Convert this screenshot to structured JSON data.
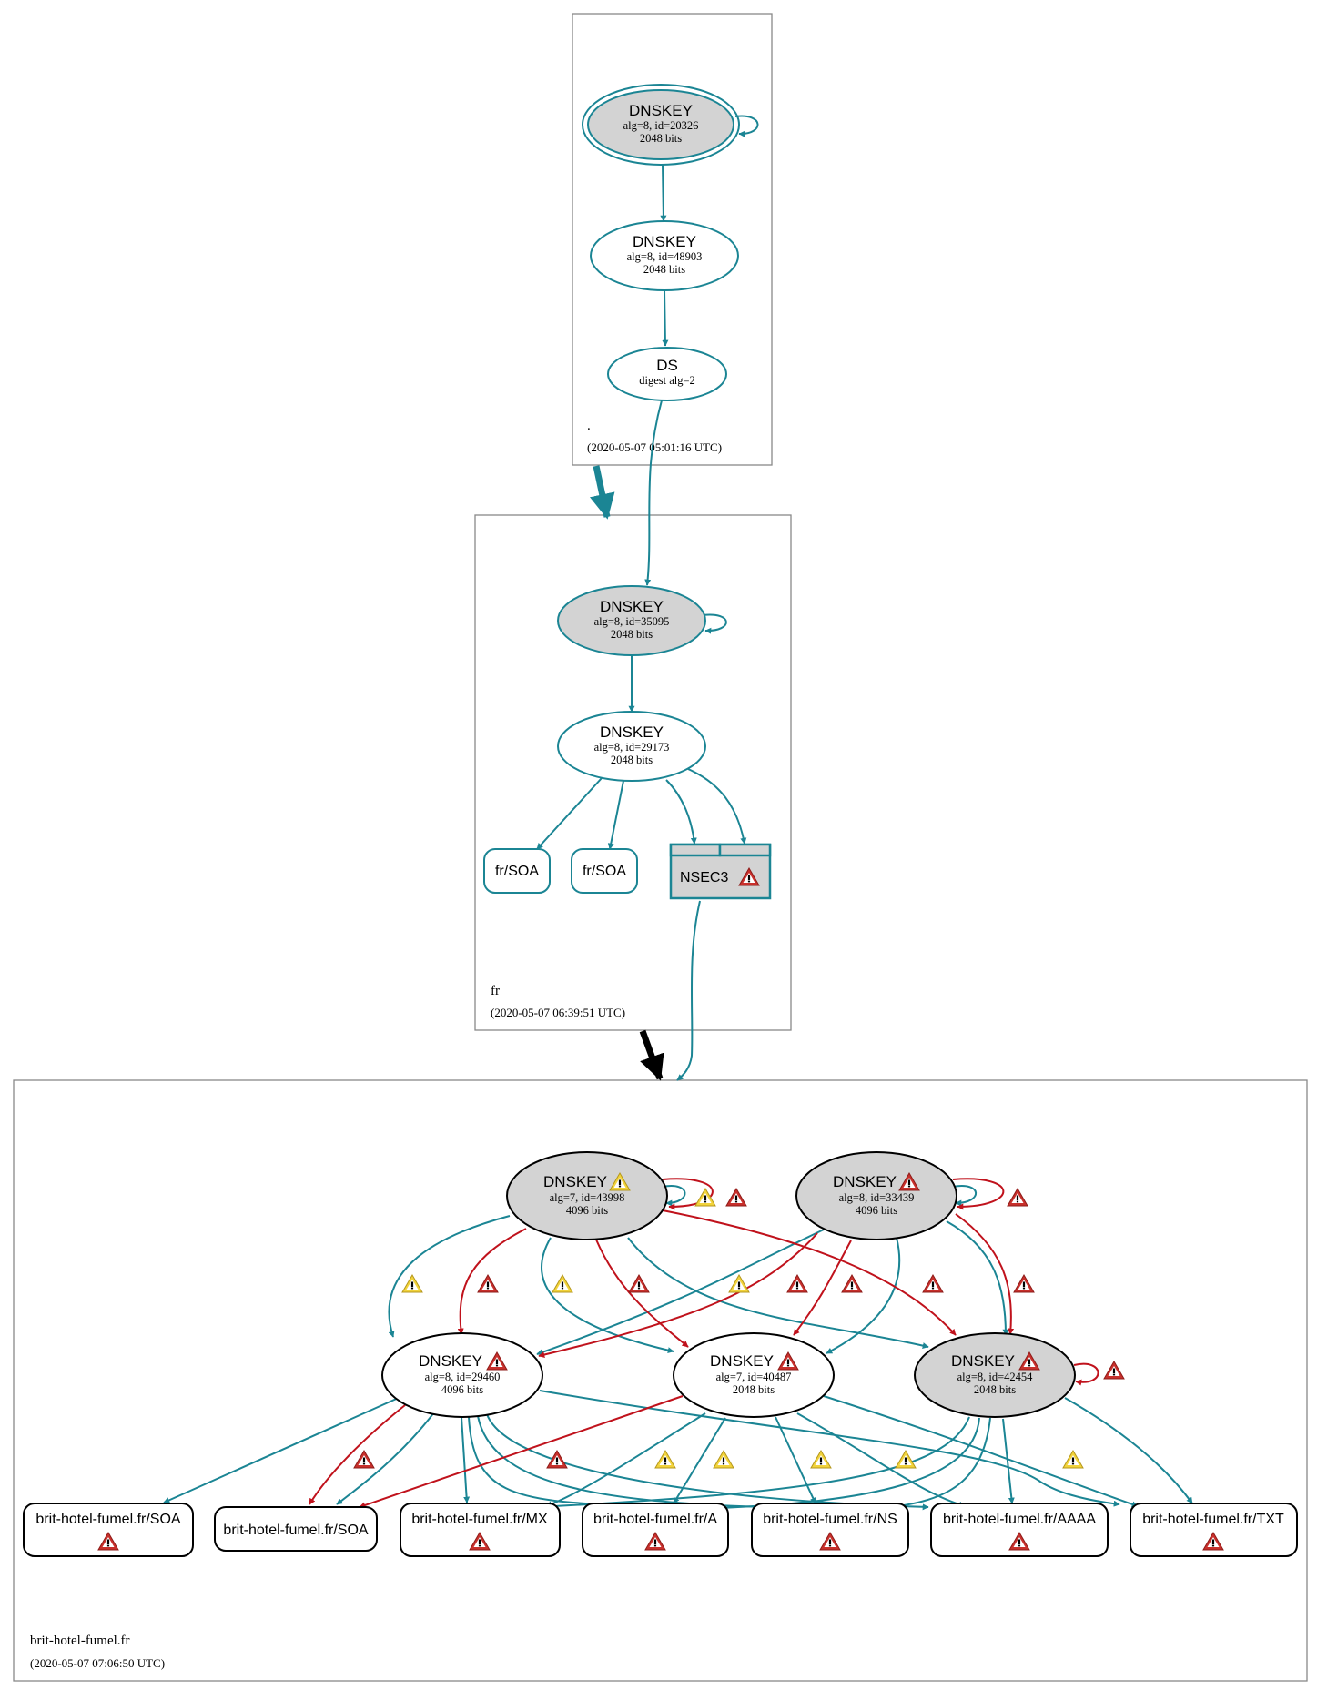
{
  "colors": {
    "teal": "#1b8594",
    "red": "#c0121c",
    "black": "#000000",
    "grey_fill": "#d3d3d3",
    "warn_yellow": "#f2d33b",
    "warn_red": "#c8302c"
  },
  "zones": {
    "root": {
      "name": ".",
      "time": "(2020-05-07 05:01:16 UTC)"
    },
    "fr": {
      "name": "fr",
      "time": "(2020-05-07 06:39:51 UTC)"
    },
    "brit": {
      "name": "brit-hotel-fumel.fr",
      "time": "(2020-05-07 07:06:50 UTC)"
    }
  },
  "nodes": {
    "root_ksk": {
      "title": "DNSKEY",
      "line1": "alg=8, id=20326",
      "line2": "2048 bits"
    },
    "root_zsk": {
      "title": "DNSKEY",
      "line1": "alg=8, id=48903",
      "line2": "2048 bits"
    },
    "root_ds": {
      "title": "DS",
      "line1": "digest alg=2"
    },
    "fr_ksk": {
      "title": "DNSKEY",
      "line1": "alg=8, id=35095",
      "line2": "2048 bits"
    },
    "fr_zsk": {
      "title": "DNSKEY",
      "line1": "alg=8, id=29173",
      "line2": "2048 bits"
    },
    "fr_soa1": {
      "label": "fr/SOA"
    },
    "fr_soa2": {
      "label": "fr/SOA"
    },
    "fr_nsec3": {
      "label": "NSEC3"
    },
    "b_43998": {
      "title": "DNSKEY",
      "line1": "alg=7, id=43998",
      "line2": "4096 bits",
      "warning": "yellow-warning-icon"
    },
    "b_33439": {
      "title": "DNSKEY",
      "line1": "alg=8, id=33439",
      "line2": "4096 bits",
      "warning": "red-warning-icon"
    },
    "b_29460": {
      "title": "DNSKEY",
      "line1": "alg=8, id=29460",
      "line2": "4096 bits",
      "warning": "red-warning-icon"
    },
    "b_40487": {
      "title": "DNSKEY",
      "line1": "alg=7, id=40487",
      "line2": "2048 bits",
      "warning": "red-warning-icon"
    },
    "b_42454": {
      "title": "DNSKEY",
      "line1": "alg=8, id=42454",
      "line2": "2048 bits",
      "warning": "red-warning-icon"
    },
    "rr_soa1": {
      "label": "brit-hotel-fumel.fr/SOA"
    },
    "rr_soa2": {
      "label": "brit-hotel-fumel.fr/SOA"
    },
    "rr_mx": {
      "label": "brit-hotel-fumel.fr/MX"
    },
    "rr_a": {
      "label": "brit-hotel-fumel.fr/A"
    },
    "rr_ns": {
      "label": "brit-hotel-fumel.fr/NS"
    },
    "rr_aaaa": {
      "label": "brit-hotel-fumel.fr/AAAA"
    },
    "rr_txt": {
      "label": "brit-hotel-fumel.fr/TXT"
    }
  },
  "warning_glyph": "!"
}
